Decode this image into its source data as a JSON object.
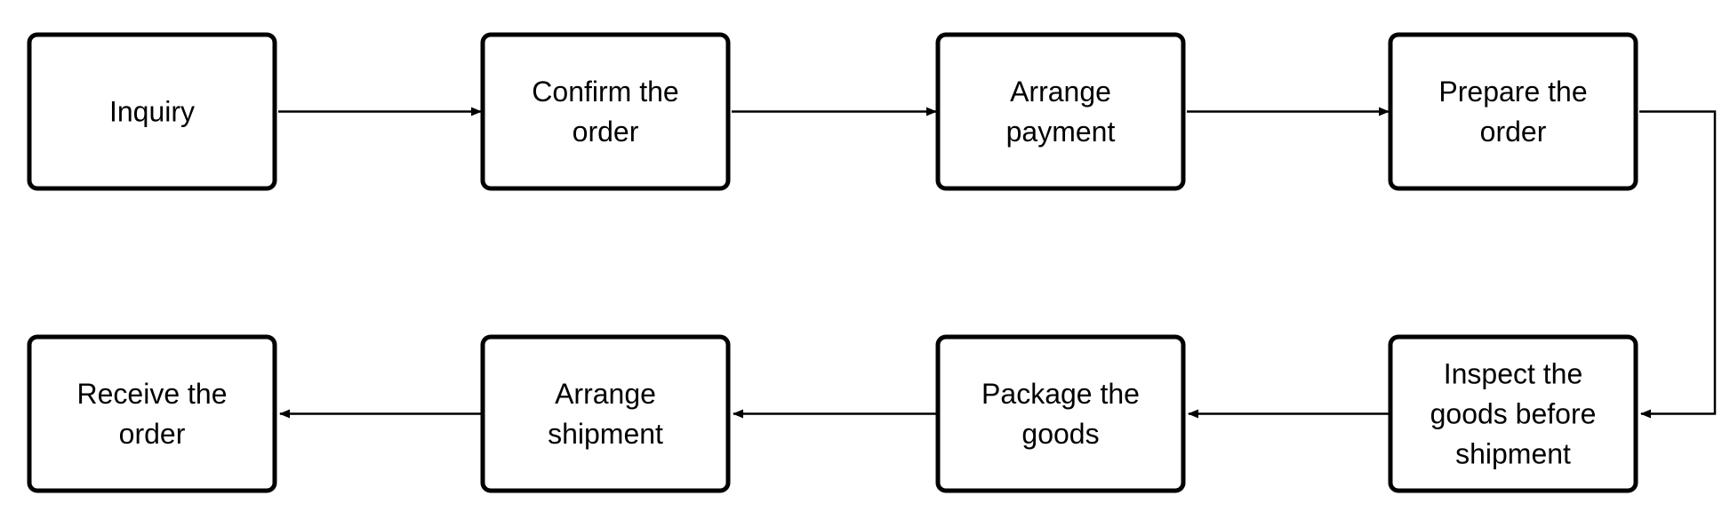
{
  "diagram": {
    "colors": {
      "background": "#ffffff",
      "stroke": "#000000",
      "text": "#000000"
    },
    "nodes": [
      {
        "id": "inquiry",
        "lines": [
          "Inquiry"
        ]
      },
      {
        "id": "confirm-order",
        "lines": [
          "Confirm the",
          "order"
        ]
      },
      {
        "id": "arrange-payment",
        "lines": [
          "Arrange",
          "payment"
        ]
      },
      {
        "id": "prepare-order",
        "lines": [
          "Prepare the",
          "order"
        ]
      },
      {
        "id": "inspect-goods",
        "lines": [
          "Inspect the",
          "goods before",
          "shipment"
        ]
      },
      {
        "id": "package-goods",
        "lines": [
          "Package the",
          "goods"
        ]
      },
      {
        "id": "arrange-shipment",
        "lines": [
          "Arrange",
          "shipment"
        ]
      },
      {
        "id": "receive-order",
        "lines": [
          "Receive the",
          "order"
        ]
      }
    ],
    "edges": [
      {
        "from": "inquiry",
        "to": "confirm-order"
      },
      {
        "from": "confirm-order",
        "to": "arrange-payment"
      },
      {
        "from": "arrange-payment",
        "to": "prepare-order"
      },
      {
        "from": "prepare-order",
        "to": "inspect-goods"
      },
      {
        "from": "inspect-goods",
        "to": "package-goods"
      },
      {
        "from": "package-goods",
        "to": "arrange-shipment"
      },
      {
        "from": "arrange-shipment",
        "to": "receive-order"
      }
    ]
  }
}
